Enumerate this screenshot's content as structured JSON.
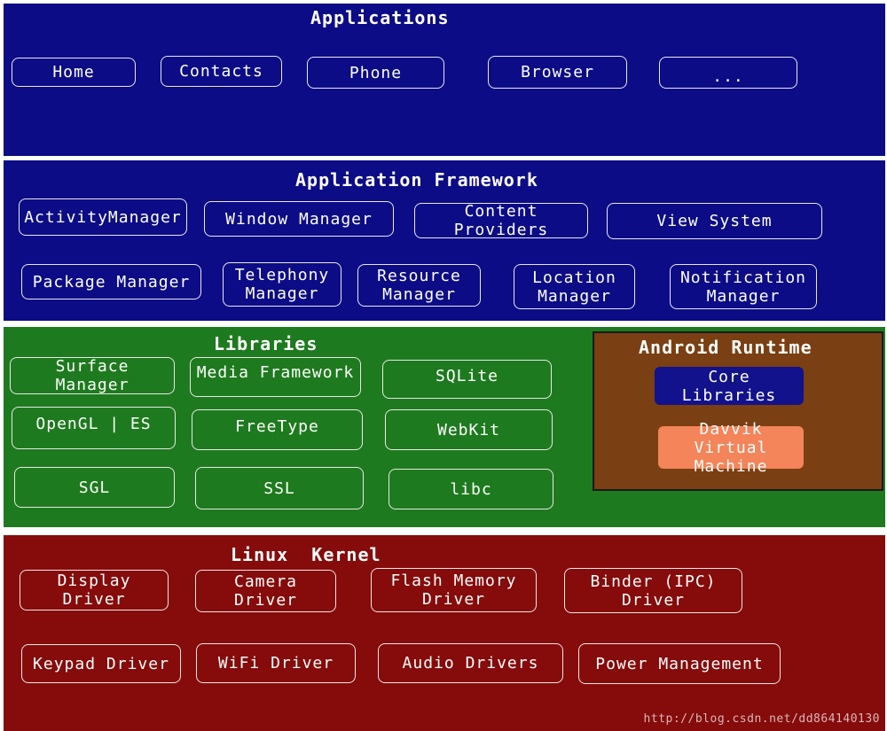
{
  "applications": {
    "title": "Applications",
    "items": [
      "Home",
      "Contacts",
      "Phone",
      "Browser",
      "..."
    ]
  },
  "framework": {
    "title": "Application Framework",
    "items": [
      "ActivityManager",
      "Window Manager",
      "Content Providers",
      "View System",
      "Package Manager",
      "Telephony\nManager",
      "Resource\nManager",
      "Location\nManager",
      "Notification\nManager"
    ]
  },
  "libraries": {
    "title": "Libraries",
    "items": [
      "Surface Manager",
      "Media Framework",
      "SQLite",
      "OpenGL | ES",
      "FreeType",
      "WebKit",
      "SGL",
      "SSL",
      "libc"
    ]
  },
  "runtime": {
    "title": "Android Runtime",
    "core": "Core Libraries",
    "vm": "Davvik Virtual\nMachine"
  },
  "kernel": {
    "title": "Linux  Kernel",
    "items": [
      "Display Driver",
      "Camera Driver",
      "Flash Memory\nDriver",
      "Binder (IPC)\nDriver",
      "Keypad Driver",
      "WiFi Driver",
      "Audio Drivers",
      "Power Management"
    ]
  },
  "watermark": "http://blog.csdn.net/dd864140130",
  "colors": {
    "applications": "#0c0c86",
    "framework": "#0c0c86",
    "libraries": "#1e7a1e",
    "runtime": "#7a3f12",
    "kernel": "#860b0b",
    "core_libraries": "#12128c",
    "virtual_machine": "#f4845a"
  }
}
